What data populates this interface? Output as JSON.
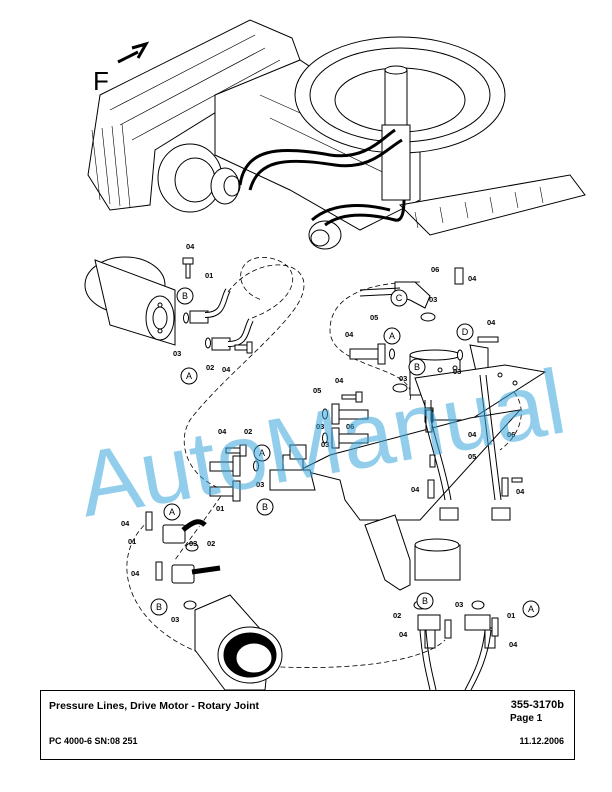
{
  "direction_label": "F",
  "callouts": [
    "A",
    "B",
    "C",
    "D"
  ],
  "part_numbers": [
    "01",
    "02",
    "03",
    "04",
    "05",
    "06"
  ],
  "watermark": "AutoManual",
  "footer": {
    "title": "Pressure Lines, Drive Motor - Rotary Joint",
    "doc_number": "355-3170b",
    "page": "Page 1",
    "model": "PC 4000-6 SN:08 251",
    "date": "11.12.2006"
  }
}
